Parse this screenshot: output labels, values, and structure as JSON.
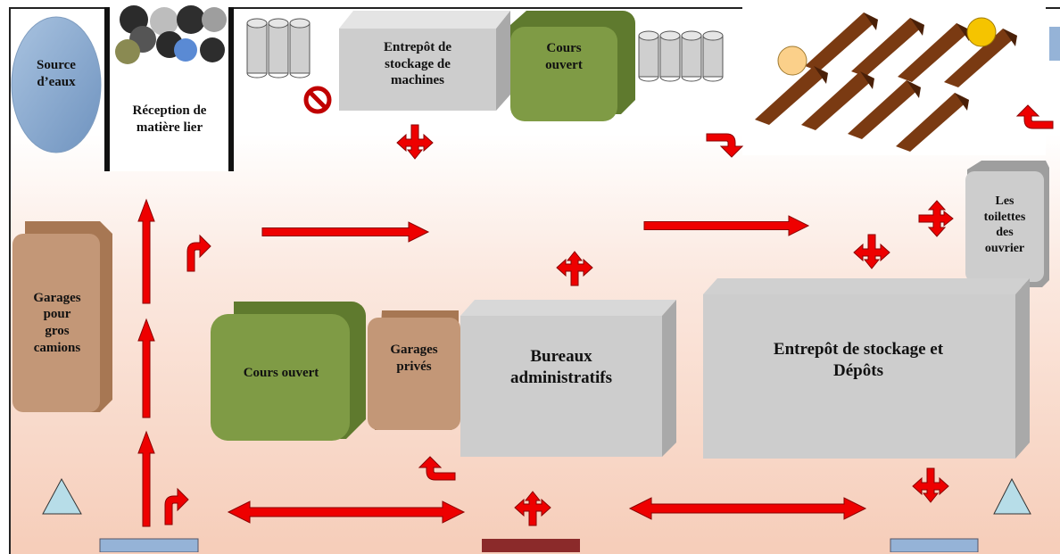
{
  "colors": {
    "arrow": "#ee0000",
    "green": "#77933c",
    "gray": "#c8c8c8",
    "tan": "#c39777",
    "blue": "#95b3d7",
    "darkred": "#8b2a2a",
    "wood": "#7a3a12",
    "yellow": "#f5c400"
  },
  "labels": {
    "source": "Source\nd’eaux",
    "reception": "Réception de\nmatière lier",
    "entrepot_machines": "Entrepôt de\nstockage de\nmachines",
    "cours_top": "Cours\nouvert",
    "toilettes": "Les\ntoilettes\ndes\nouvrier",
    "garages_camions": "Garages\npour\ngros\ncamions",
    "cours_mid": "Cours ouvert",
    "garages_prives": "Garages\nprivés",
    "bureaux": "Bureaux\nadministratifs",
    "entrepot_depots": "Entrepôt de stockage  et\nDépôts"
  }
}
